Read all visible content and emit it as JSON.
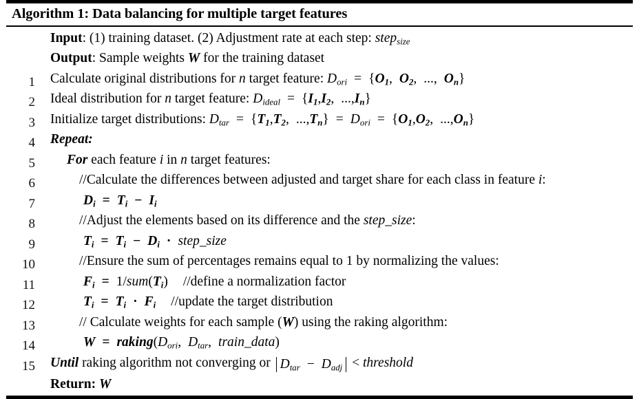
{
  "algorithm": {
    "title": "Algorithm 1: Data balancing for multiple target features",
    "io": {
      "input_label": "Input",
      "input_text": ": (1) training dataset. (2) Adjustment rate at each step: ",
      "input_math_base": "step",
      "input_math_sub": "size",
      "output_label": "Output",
      "output_text_before": ": Sample weights ",
      "output_var": "W",
      "output_text_after": " for the training dataset"
    },
    "lines": [
      {
        "no": "1",
        "indent": 0,
        "text": "Calculate original distributions for n target feature: D_ori = {O_1, O_2, ..., O_n}"
      },
      {
        "no": "2",
        "indent": 0,
        "text": "Ideal distribution for n target feature: D_ideal = {I_1, I_2, ..., I_n}"
      },
      {
        "no": "3",
        "indent": 0,
        "text": "Initialize target distributions: D_tar = {T_1, T_2, ..., T_n} = D_ori = {O_1, O_2, ..., O_n}"
      },
      {
        "no": "4",
        "indent": 0,
        "text": "Repeat:"
      },
      {
        "no": "5",
        "indent": 1,
        "text": "For each feature i in n target features:"
      },
      {
        "no": "6",
        "indent": 2,
        "text": "//Calculate the differences between adjusted and target share for each class in feature i:"
      },
      {
        "no": "7",
        "indent": 3,
        "text": "D_i = T_i - I_i"
      },
      {
        "no": "8",
        "indent": 2,
        "text": "//Adjust the elements based on its difference and the step_size:"
      },
      {
        "no": "9",
        "indent": 3,
        "text": "T_i = T_i - D_i . step_size"
      },
      {
        "no": "10",
        "indent": 2,
        "text": "//Ensure the sum of percentages remains equal to 1 by normalizing the values:"
      },
      {
        "no": "11",
        "indent": 3,
        "text": "F_i = 1/sum(T_i)   //define a normalization factor"
      },
      {
        "no": "12",
        "indent": 3,
        "text": "T_i = T_i . F_i   //update the target distribution"
      },
      {
        "no": "13",
        "indent": 2,
        "text": "// Calculate weights for each sample (W) using the raking algorithm:"
      },
      {
        "no": "14",
        "indent": 3,
        "text": "W = raking(D_ori, D_tar, train_data)"
      },
      {
        "no": "15",
        "indent": 0,
        "text": "Until raking algorithm not converging or |D_tar - D_adj| < threshold"
      }
    ],
    "tokens": {
      "line1_pre": "Calculate original distributions for ",
      "line1_n": "n",
      "line1_mid": " target feature: ",
      "line2_pre": "Ideal distribution for ",
      "line2_n": "n",
      "line2_mid": " target feature: ",
      "line3_pre": "Initialize target distributions: ",
      "repeat": "Repeat:",
      "for": "For",
      "for_rest_a": " each feature ",
      "for_i": "i",
      "for_rest_b": " in ",
      "for_n": "n",
      "for_rest_c": " target features:",
      "c6": "//Calculate the differences between adjusted and target share for each class in feature ",
      "c6_i": "i",
      "c6_end": ":",
      "c8": "//Adjust the elements based on its difference and the ",
      "c8_em": "step_size",
      "c8_end": ":",
      "c9_tail": "step_size",
      "c10": "//Ensure the sum of percentages remains equal to 1 by normalizing the values:",
      "c11_sum": "sum",
      "c11_comment": "//define a normalization factor",
      "c12_comment": "//update the target distribution",
      "c13_a": "// Calculate weights for each sample (",
      "c13_w": "W",
      "c13_b": ") using the raking algorithm:",
      "c14_raking": "raking",
      "c14_train": "train_data",
      "c15_until": "Until",
      "c15_text": " raking algorithm not converging or ",
      "c15_lt": " < ",
      "c15_threshold": "threshold"
    },
    "footer": {
      "return_label": "Return:",
      "return_var": "W"
    },
    "symbols": {
      "D": "D",
      "O": "O",
      "I": "I",
      "T": "T",
      "F": "F",
      "W": "W",
      "eq": "=",
      "minus": "−",
      "dot": "·",
      "lbrace": "{",
      "rbrace": "}",
      "ellipsis": "...",
      "sub_ori": "ori",
      "sub_ideal": "ideal",
      "sub_tar": "tar",
      "sub_adj": "adj",
      "sub_i": "i",
      "sub_n": "n",
      "sub_1": "1",
      "sub_2": "2",
      "sub_size": "size"
    },
    "colors": {
      "text": "#000000",
      "rule": "#000000",
      "background": "#ffffff"
    }
  }
}
